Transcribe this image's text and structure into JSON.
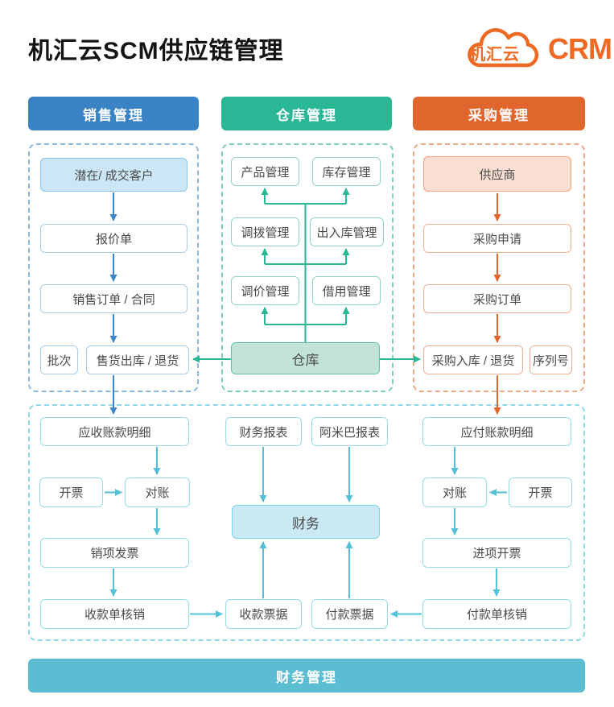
{
  "page": {
    "title": "机汇云SCM供应链管理"
  },
  "logo": {
    "cloud_text": "机汇云",
    "brand": "CRM",
    "color": "#ee6a23"
  },
  "headers": {
    "sales": "销售管理",
    "warehouse": "仓库管理",
    "purchase": "采购管理",
    "finance": "财务管理"
  },
  "sales": {
    "customer": "潜在/ 成交客户",
    "quote": "报价单",
    "order": "销售订单 / 合同",
    "batch": "批次",
    "outbound": "售货出库 / 退货"
  },
  "warehouse": {
    "product": "产品管理",
    "inventory": "库存管理",
    "transfer": "调拨管理",
    "inout": "出入库管理",
    "reprice": "调价管理",
    "borrow": "借用管理",
    "hub": "仓库"
  },
  "purchase": {
    "supplier": "供应商",
    "request": "采购申请",
    "order": "采购订单",
    "inbound": "采购入库 / 退货",
    "serial": "序列号"
  },
  "finance": {
    "receivable": "应收账款明细",
    "invoice_left": "开票",
    "recon_left": "对账",
    "sales_invoice": "销项发票",
    "receipt_writeoff": "收款单核销",
    "fin_report": "财务报表",
    "amoeba_report": "阿米巴报表",
    "hub": "财务",
    "receipt_bill": "收款票据",
    "payment_bill": "付款票据",
    "payable": "应付账款明细",
    "recon_right": "对账",
    "invoice_right": "开票",
    "input_invoice": "进项开票",
    "payment_writeoff": "付款单核销"
  },
  "colors": {
    "sales_accent": "#3a83c5",
    "warehouse_accent": "#2ab795",
    "purchase_accent": "#e0662d",
    "finance_accent": "#5bbdd2",
    "arrow_cyan": "#53c0d8",
    "logo_orange": "#ee6a23"
  }
}
